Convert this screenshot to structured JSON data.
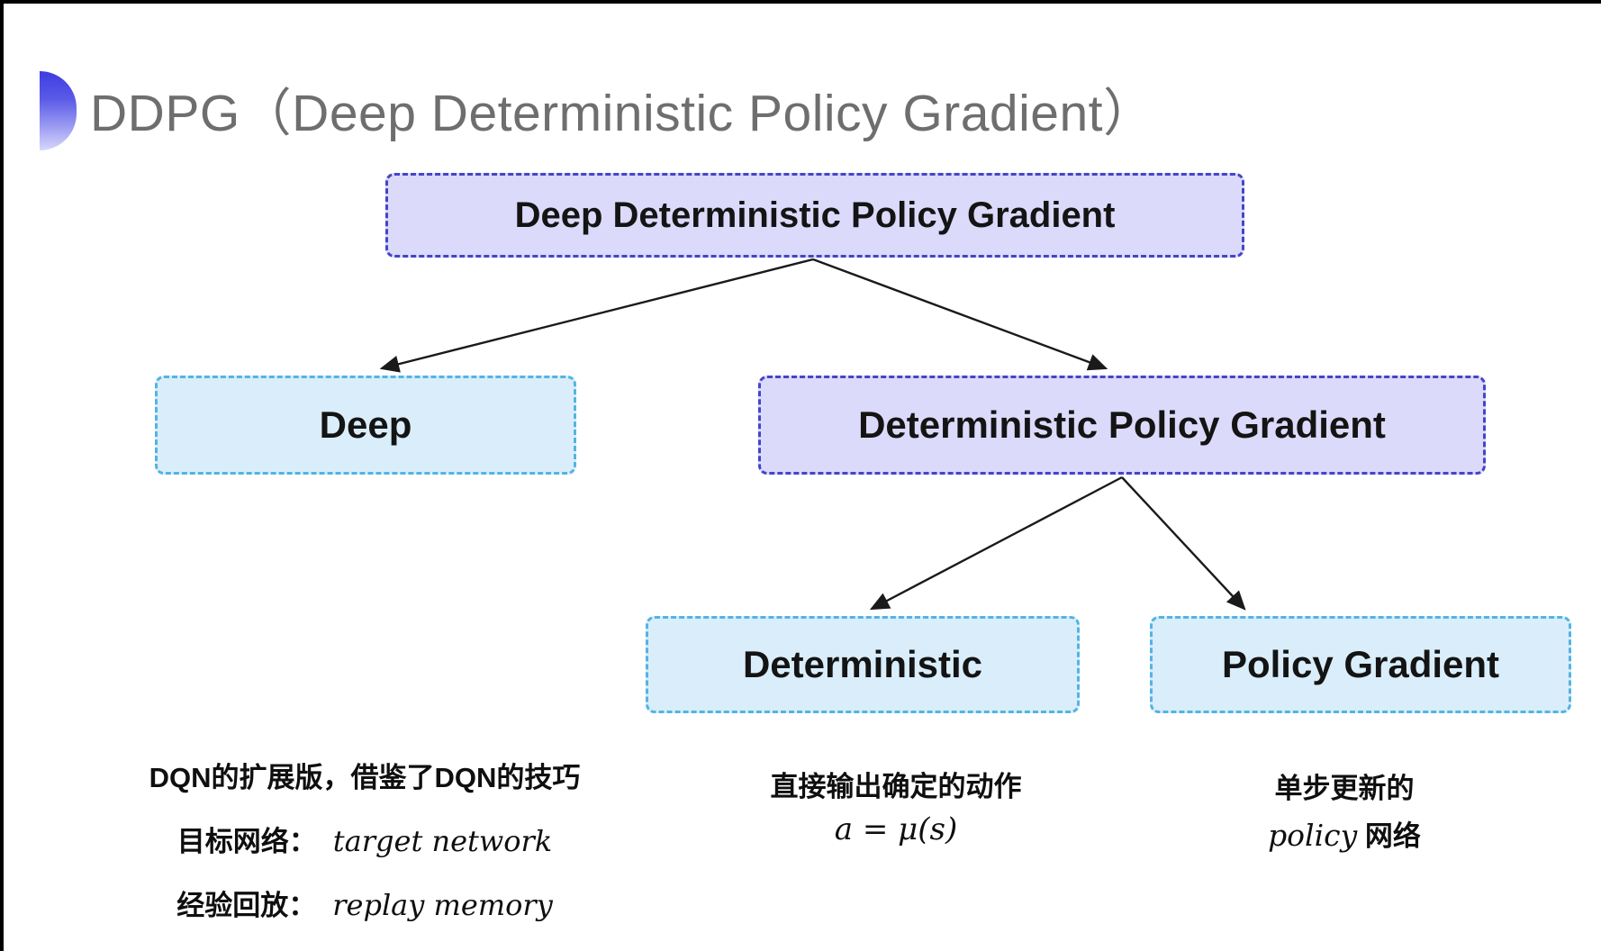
{
  "page": {
    "title": "DDPG（Deep Deterministic Policy Gradient）"
  },
  "diagram": {
    "nodes": [
      {
        "id": "root",
        "label": "Deep Deterministic Policy Gradient",
        "variant": "purple"
      },
      {
        "id": "deep",
        "label": "Deep",
        "variant": "cyan"
      },
      {
        "id": "dpg",
        "label": "Deterministic Policy Gradient",
        "variant": "purple"
      },
      {
        "id": "deterministic",
        "label": "Deterministic",
        "variant": "cyan"
      },
      {
        "id": "policy-gradient",
        "label": "Policy Gradient",
        "variant": "cyan"
      }
    ],
    "edges": [
      {
        "from": "root",
        "to": "deep"
      },
      {
        "from": "root",
        "to": "dpg"
      },
      {
        "from": "dpg",
        "to": "deterministic"
      },
      {
        "from": "dpg",
        "to": "policy-gradient"
      }
    ]
  },
  "annotations": {
    "deep_note": {
      "line1": "DQN的扩展版，借鉴了DQN的技巧",
      "line2_label": "目标网络：",
      "line2_value": "target network",
      "line3_label": "经验回放：",
      "line3_value": "replay memory"
    },
    "deterministic_note": {
      "line1": "直接输出确定的动作",
      "line2": "a = μ(s)"
    },
    "policy_gradient_note": {
      "line1": "单步更新的",
      "line2_italic": "policy",
      "line2_rest": " 网络"
    }
  },
  "colors": {
    "title_gray": "#6e6e6e",
    "purple_fill": "#dcdafa",
    "purple_border": "#4345c9",
    "cyan_fill": "#d9eefa",
    "cyan_border": "#54b3e2",
    "arrow": "#1a1a1a",
    "accent_gradient_top": "#3d3de0",
    "accent_gradient_bottom": "#d8d8fb"
  }
}
